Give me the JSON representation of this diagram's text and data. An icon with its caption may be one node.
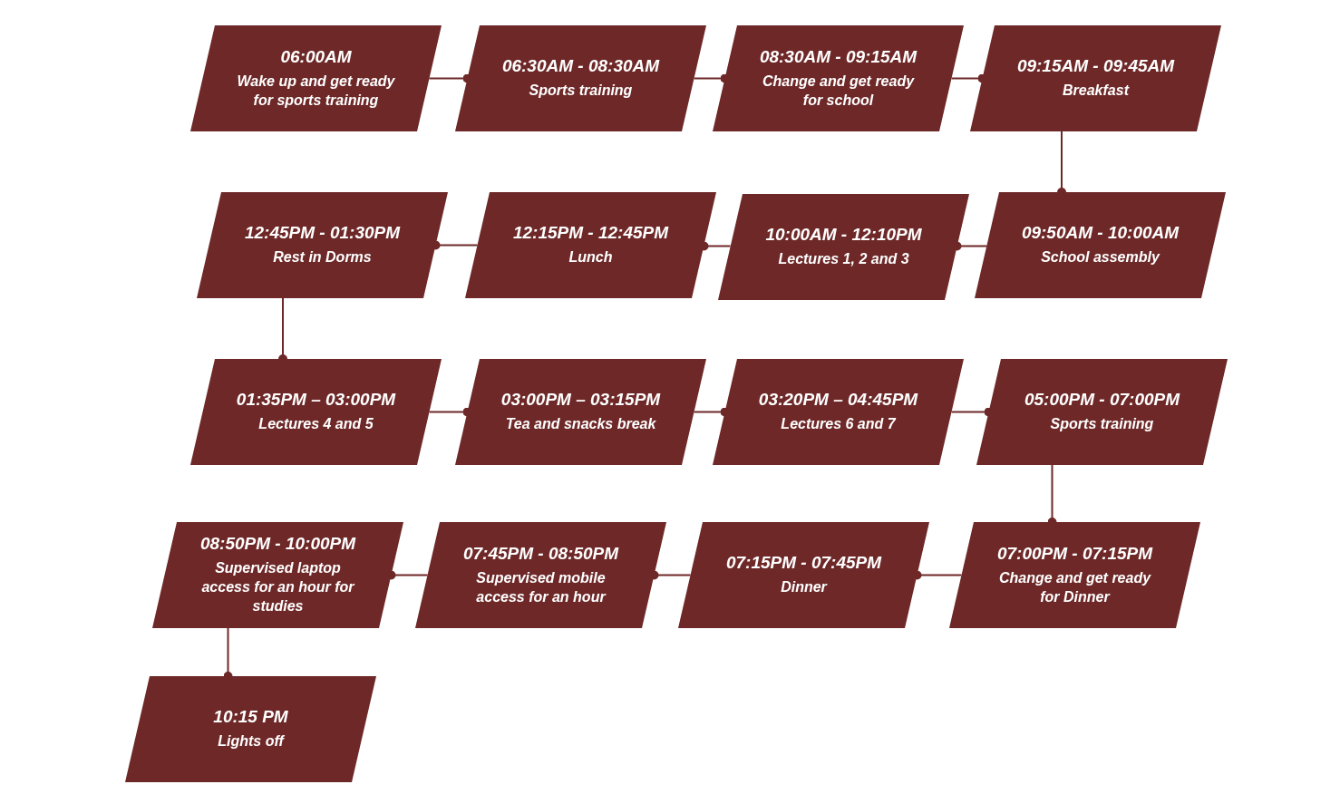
{
  "diagram": {
    "nodes": [
      {
        "text": [
          "06:00AM",
          "Wake up and get ready for sports training"
        ]
      },
      {
        "text": [
          "06:30AM - 08:30AM",
          "Sports training"
        ]
      },
      {
        "text": [
          "08:30AM - 09:15AM",
          "Change and get ready for school"
        ]
      },
      {
        "text": [
          "09:15AM - 09:45AM",
          "Breakfast"
        ]
      },
      {
        "text": [
          "12:45PM - 01:30PM",
          "Rest in Dorms"
        ]
      },
      {
        "text": [
          "12:15PM - 12:45PM",
          "Lunch"
        ]
      },
      {
        "text": [
          "10:00AM - 12:10PM",
          "Lectures 1, 2 and 3"
        ]
      },
      {
        "text": [
          "09:50AM - 10:00AM",
          "School assembly"
        ]
      },
      {
        "text": [
          "01:35PM – 03:00PM",
          "Lectures 4 and 5"
        ]
      },
      {
        "text": [
          "03:00PM – 03:15PM",
          "Tea and snacks break"
        ]
      },
      {
        "text": [
          "03:20PM – 04:45PM",
          "Lectures 6 and 7"
        ]
      },
      {
        "text": [
          "05:00PM - 07:00PM",
          "Sports training"
        ]
      },
      {
        "text": [
          "08:50PM - 10:00PM",
          "Supervised laptop access for an hour for studies"
        ]
      },
      {
        "text": [
          "07:45PM - 08:50PM",
          "Supervised mobile access for an hour"
        ]
      },
      {
        "text": [
          "07:15PM - 07:45PM",
          "Dinner"
        ]
      },
      {
        "text": [
          "07:00PM - 07:15PM",
          "Change and get ready for Dinner"
        ]
      },
      {
        "text": [
          "10:15 PM",
          "Lights off"
        ]
      }
    ],
    "edges": [
      {
        "from": 0,
        "to": 1,
        "arrow": "other"
      },
      {
        "from": 1,
        "to": 2,
        "arrow": "other"
      },
      {
        "from": 2,
        "to": 3,
        "arrow": "other"
      },
      {
        "from": 3,
        "to": 7,
        "arrow": "other"
      },
      {
        "from": 7,
        "to": 6,
        "arrow": "other"
      },
      {
        "from": 6,
        "to": 5,
        "arrow": "other"
      },
      {
        "from": 5,
        "to": 4,
        "arrow": "other"
      },
      {
        "from": 4,
        "to": 8,
        "arrow": "other"
      },
      {
        "from": 8,
        "to": 9,
        "arrow": "other"
      },
      {
        "from": 9,
        "to": 10,
        "arrow": "other"
      },
      {
        "from": 10,
        "to": 11,
        "arrow": "other"
      },
      {
        "from": 11,
        "to": 15,
        "arrow": "other"
      },
      {
        "from": 15,
        "to": 14,
        "arrow": "other"
      },
      {
        "from": 14,
        "to": 13,
        "arrow": "other"
      },
      {
        "from": 13,
        "to": 12,
        "arrow": "other"
      },
      {
        "from": 12,
        "to": 16,
        "arrow": "other"
      }
    ]
  }
}
